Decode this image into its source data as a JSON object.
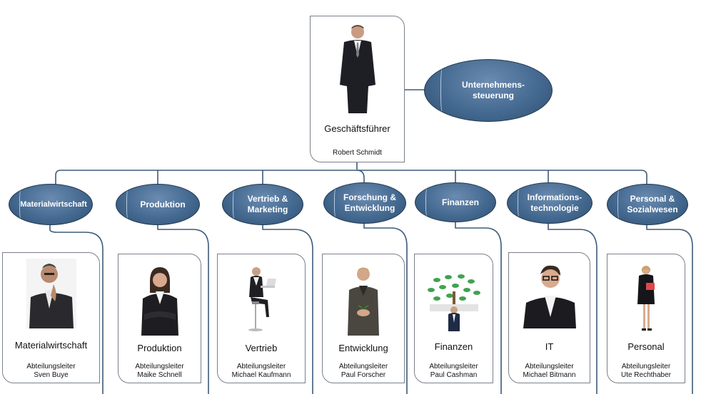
{
  "colors": {
    "line": "#3d5a7a",
    "oval_fill": "#456a91",
    "oval_border": "#21384f"
  },
  "top": {
    "title": "Geschäftsführer",
    "name": "Robert Schmidt",
    "photo_icon": "businessman-photo",
    "side_oval": "Unternehmens-\nsteuerung"
  },
  "departments": [
    {
      "oval": "Materialwirtschaft",
      "title": "Materialwirtschaft",
      "role": "Abteilungsleiter",
      "name": "Sven Buye",
      "photo_icon": "thinking-man-photo"
    },
    {
      "oval": "Produktion",
      "title": "Produktion",
      "role": "Abteilungsleiter",
      "name": "Maike Schnell",
      "photo_icon": "businesswoman-photo"
    },
    {
      "oval": "Vertrieb &\nMarketing",
      "title": "Vertrieb",
      "role": "Abteilungsleiter",
      "name": "Michael Kaufmann",
      "photo_icon": "man-laptop-photo"
    },
    {
      "oval": "Forschung &\nEntwicklung",
      "title": "Entwicklung",
      "role": "Abteilungsleiter",
      "name": "Paul Forscher",
      "photo_icon": "man-plant-photo"
    },
    {
      "oval": "Finanzen",
      "title": "Finanzen",
      "role": "Abteilungsleiter",
      "name": "Paul Cashman",
      "photo_icon": "money-tree-photo"
    },
    {
      "oval": "Informations-\ntechnologie",
      "title": "IT",
      "role": "Abteilungsleiter",
      "name": "Michael Bitmann",
      "photo_icon": "man-glasses-photo"
    },
    {
      "oval": "Personal &\nSozialwesen",
      "title": "Personal",
      "role": "Abteilungsleiter",
      "name": "Ute Rechthaber",
      "photo_icon": "woman-folder-photo"
    }
  ]
}
